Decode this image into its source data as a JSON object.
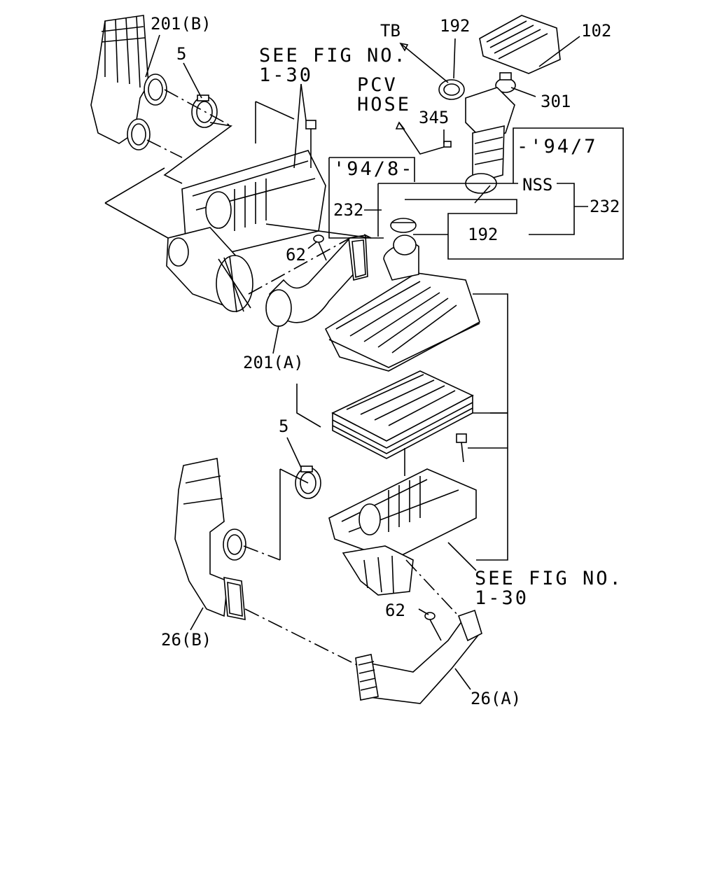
{
  "labels": {
    "tb": "TB",
    "p192_top": "192",
    "p102": "102",
    "p201b": "201(B)",
    "p5_top": "5",
    "see_fig_top_1": "SEE FIG NO.",
    "see_fig_top_2": "1-30",
    "pcv_1": "PCV",
    "pcv_2": "HOSE",
    "p301": "301",
    "p345": "345",
    "date_upto": "-'94/7",
    "date_from": "'94/8-",
    "nss": "NSS",
    "p232_left": "232",
    "p232_right": "232",
    "p192_mid": "192",
    "p62_top": "62",
    "p201a": "201(A)",
    "p5_bottom": "5",
    "see_fig_bottom_1": "SEE FIG NO.",
    "see_fig_bottom_2": "1-30",
    "p62_bottom": "62",
    "p26b": "26(B)",
    "p26a": "26(A)"
  }
}
